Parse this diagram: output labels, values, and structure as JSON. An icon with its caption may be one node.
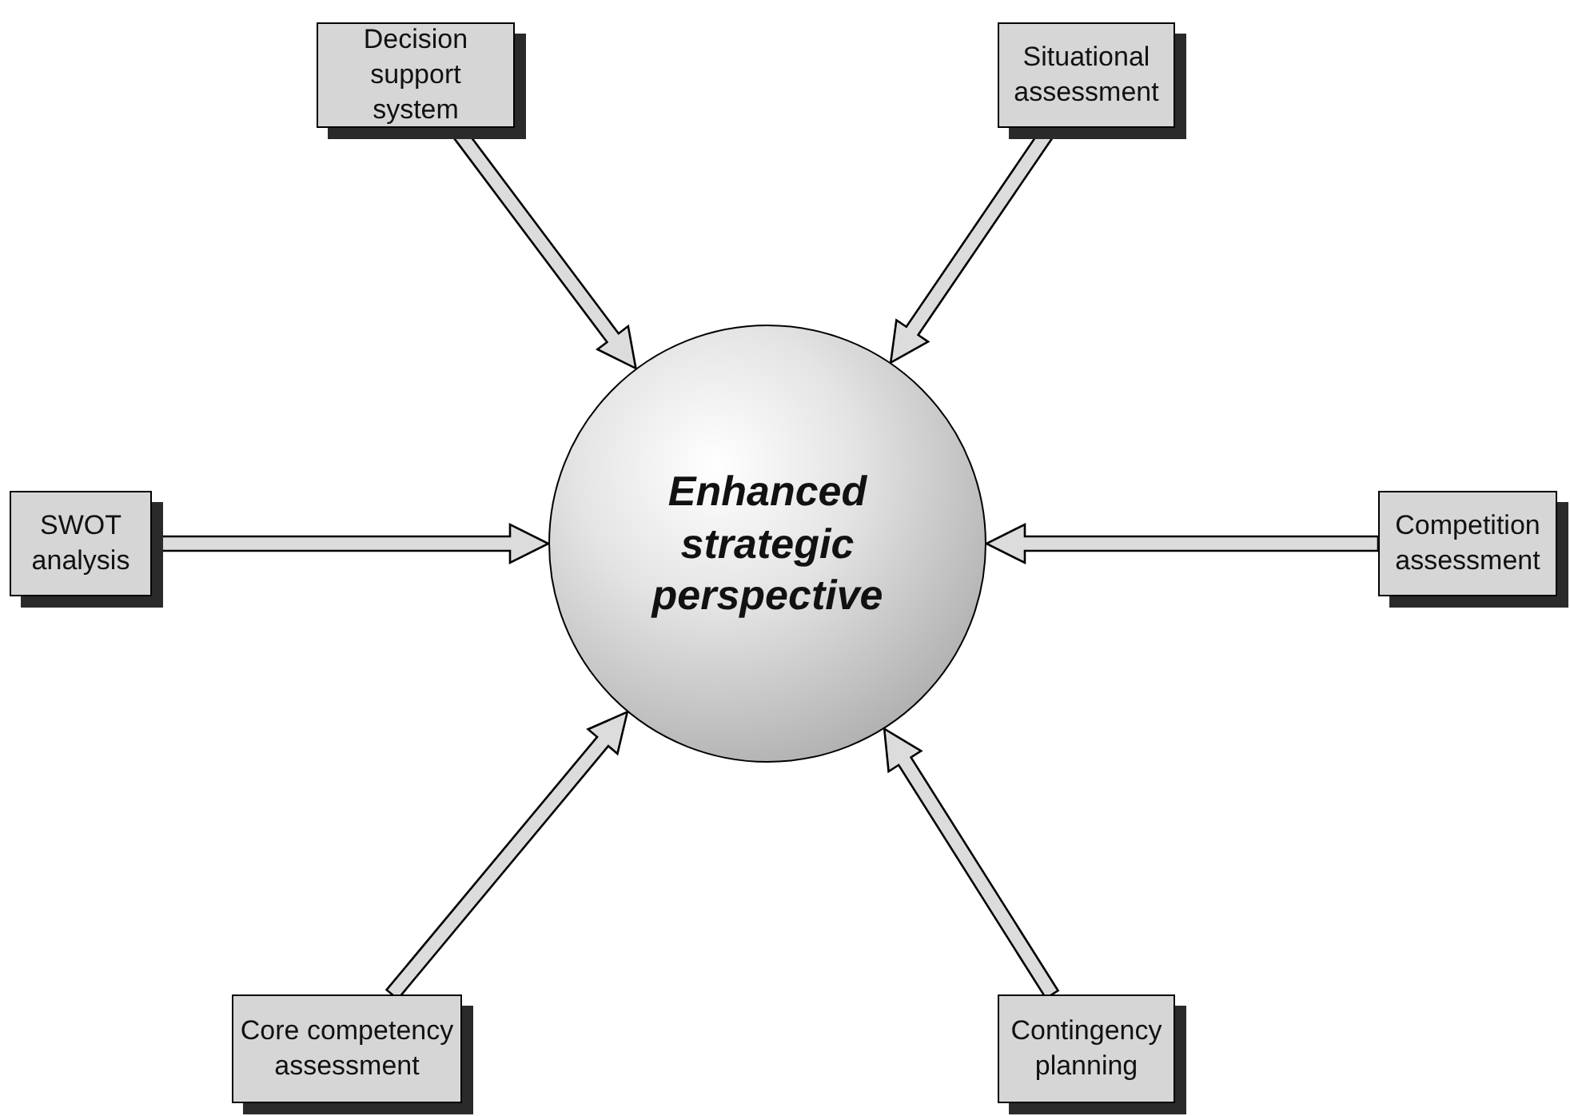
{
  "diagram": {
    "nodes": [
      {
        "text": [
          "Decision support system"
        ]
      },
      {
        "text": [
          "Situational assessment"
        ]
      },
      {
        "text": [
          "SWOT analysis"
        ]
      },
      {
        "text": [
          "Enhanced strategic perspective"
        ]
      },
      {
        "text": [
          "Competition assessment"
        ]
      },
      {
        "text": [
          "Core competency assessment"
        ]
      },
      {
        "text": [
          "Contingency planning"
        ]
      }
    ],
    "edges": [
      {
        "from": 0,
        "to": 3,
        "arrow": "to"
      },
      {
        "from": 1,
        "to": 3,
        "arrow": "to"
      },
      {
        "from": 2,
        "to": 3,
        "arrow": "to"
      },
      {
        "from": 4,
        "to": 3,
        "arrow": "to"
      },
      {
        "from": 5,
        "to": 3,
        "arrow": "to"
      },
      {
        "from": 6,
        "to": 3,
        "arrow": "to"
      }
    ]
  }
}
